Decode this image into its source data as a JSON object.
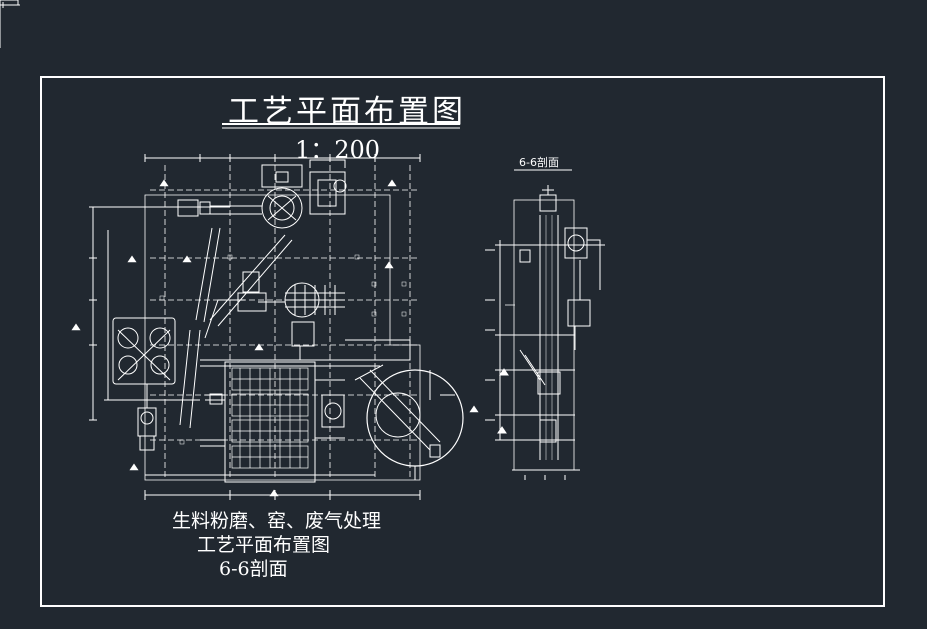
{
  "drawing": {
    "title": "工艺平面布置图",
    "scale": "1：200",
    "section_title": "6-6剖面",
    "captions": [
      "生料粉磨、窑、废气处理",
      "工艺平面布置图",
      "6-6剖面"
    ]
  },
  "colors": {
    "background": "#212830",
    "linework": "#ffffff",
    "frame": "#ffffff"
  }
}
